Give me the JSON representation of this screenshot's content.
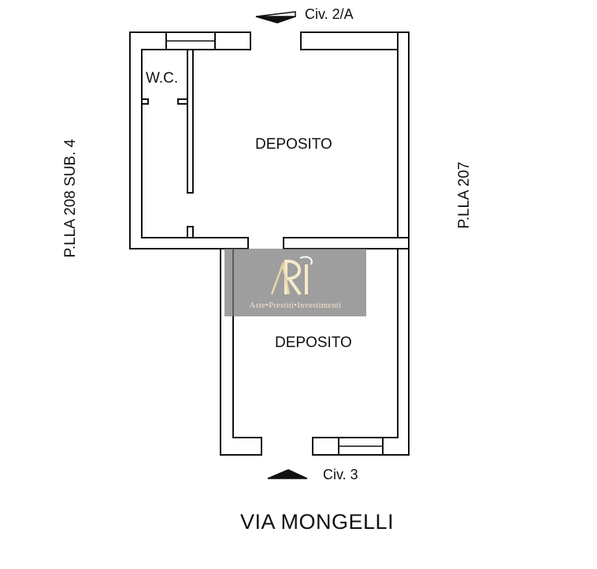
{
  "rooms": {
    "wc": "W.C.",
    "deposito_upper": "DEPOSITO",
    "deposito_lower": "DEPOSITO"
  },
  "entrances": {
    "top": "Civ. 2/A",
    "bottom": "Civ. 3"
  },
  "neighbors": {
    "left": "P.LLA 208 SUB. 4",
    "right": "P.LLA 207"
  },
  "street": "VIA MONGELLI",
  "watermark": {
    "text": "Aste•Prestiti•Investimenti",
    "logo": "api-monogram-logo"
  }
}
